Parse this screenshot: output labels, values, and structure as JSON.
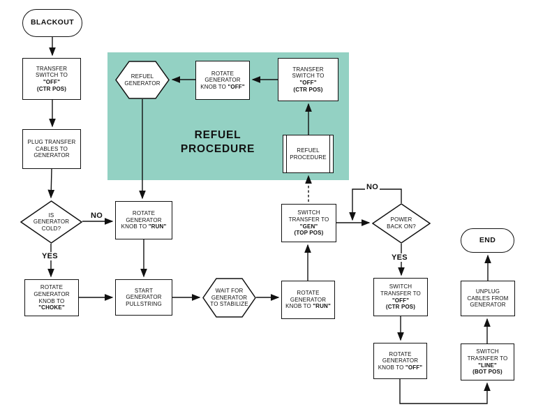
{
  "diagram": {
    "colors": {
      "refuel_zone_bg": "#93d1c3",
      "line": "#111111",
      "node_bg": "#ffffff"
    },
    "zone_label": {
      "line1": "REFUEL",
      "line2": "PROCEDURE"
    },
    "edge_labels": {
      "no_left": "NO",
      "yes_left": "YES",
      "no_right": "NO",
      "yes_right": "YES"
    },
    "nodes": {
      "blackout": {
        "label": "BLACKOUT"
      },
      "transfer_switch_off_1": {
        "l1": "TRANSFER",
        "l2": "SWITCH TO",
        "l3": "\"OFF\"",
        "l4": "(CTR POS)"
      },
      "plug_cables": {
        "l1": "PLUG TRANSFER",
        "l2": "CABLES TO",
        "l3": "GENERATOR"
      },
      "is_generator_cold": {
        "l1": "IS",
        "l2": "GENERATOR",
        "l3": "COLD?"
      },
      "rotate_run_left": {
        "l1": "ROTATE",
        "l2": "GENERATOR",
        "l3a": "KNOB TO ",
        "l3b": "\"RUN\""
      },
      "rotate_choke": {
        "l1": "ROTATE",
        "l2": "GENERATOR",
        "l3": "KNOB TO",
        "l4": "\"CHOKE\""
      },
      "start_pullstring": {
        "l1": "START",
        "l2": "GENERATOR",
        "l3": "PULLSTRING"
      },
      "wait_stabilize": {
        "l1": "WAIT FOR",
        "l2": "GENERATOR",
        "l3": "TO STABILIZE"
      },
      "rotate_run_right": {
        "l1": "ROTATE",
        "l2": "GENERATOR",
        "l3a": "KNOB TO ",
        "l3b": "\"RUN\""
      },
      "switch_transfer_gen": {
        "l1": "SWITCH",
        "l2": "TRANSFER TO",
        "l3": "\"GEN\"",
        "l4": "(TOP POS)"
      },
      "power_back_on": {
        "l1": "POWER",
        "l2": "BACK ON?"
      },
      "switch_transfer_off_2": {
        "l1": "SWITCH",
        "l2": "TRANSFER TO",
        "l3": "\"OFF\"",
        "l4": "(CTR POS)"
      },
      "rotate_off_bottom": {
        "l1": "ROTATE",
        "l2": "GENERATOR",
        "l3a": "KNOB TO ",
        "l3b": "\"OFF\""
      },
      "switch_line": {
        "l1": "SWITCH",
        "l2": "TRASNFER TO",
        "l3": "\"LINE\"",
        "l4": "(BOT POS)"
      },
      "unplug_cables": {
        "l1": "UNPLUG",
        "l2": "CABLES FROM",
        "l3": "GENERATOR"
      },
      "end": {
        "label": "END"
      },
      "refuel_generator": {
        "l1": "REFUEL",
        "l2": "GENERATOR"
      },
      "rotate_off_refuel": {
        "l1": "ROTATE",
        "l2": "GENERATOR",
        "l3a": "KNOB TO ",
        "l3b": "\"OFF\""
      },
      "transfer_switch_off_refuel": {
        "l1": "TRANSFER",
        "l2": "SWITCH TO",
        "l3": "\"OFF\"",
        "l4": "(CTR POS)"
      },
      "refuel_procedure_sub": {
        "l1": "REFUEL",
        "l2": "PROCEDURE"
      }
    }
  }
}
